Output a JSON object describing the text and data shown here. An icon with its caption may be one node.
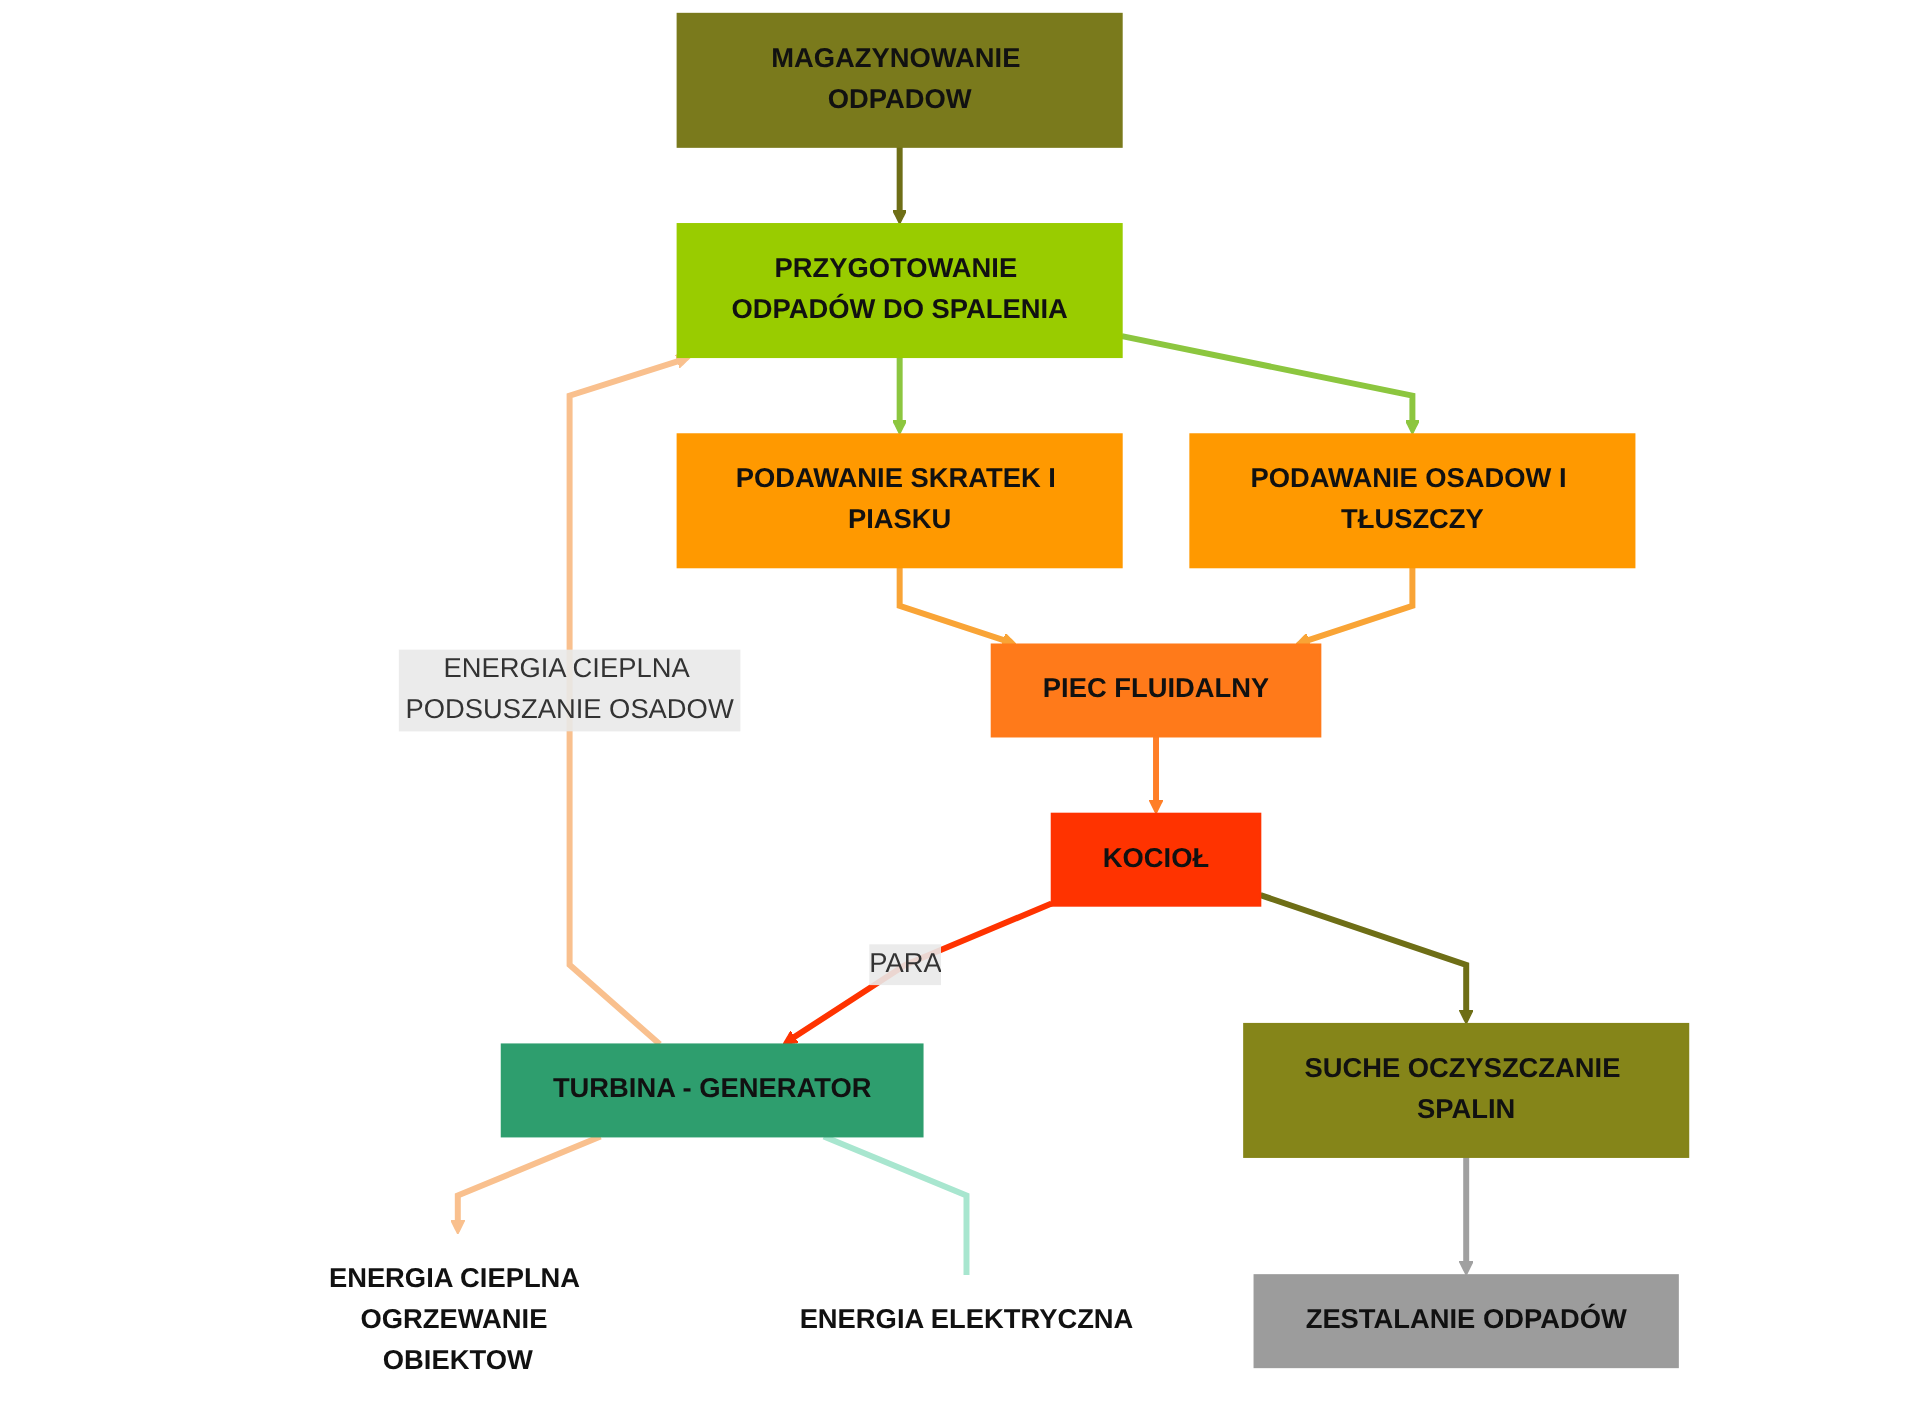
{
  "diagram": {
    "nodes": [
      {
        "text": [
          "MAGAZYNOWANIE ODPADOW"
        ]
      },
      {
        "text": [
          "PRZYGOTOWANIE ODPADÓW DO SPALENIA"
        ]
      },
      {
        "text": [
          "PODAWANIE OSADOW I TŁUSZCZY"
        ]
      },
      {
        "text": [
          "PODAWANIE SKRATEK I PIASKU"
        ]
      },
      {
        "text": [
          "PIEC FLUIDALNY"
        ]
      },
      {
        "text": [
          "KOCIOŁ"
        ]
      },
      {
        "text": [
          "TURBINA - GENERATOR"
        ]
      },
      {
        "text": [
          "SUCHE OCZYSZCZANIE SPALIN"
        ]
      },
      {
        "text": [
          "ZESTALANIE ODPADÓW"
        ]
      },
      {
        "text": [
          "ENERGIA CIEPLNA OGRZEWANIE OBIEKTOW"
        ]
      },
      {
        "text": [
          "ENERGIA ELEKTRYCZNA"
        ]
      }
    ],
    "edges": [
      {
        "from": 0,
        "to": 1,
        "arrow": "to",
        "color": "#6e6e16"
      },
      {
        "from": 1,
        "to": 2,
        "arrow": "to",
        "color": "#8cc63f"
      },
      {
        "from": 1,
        "to": 3,
        "arrow": "to",
        "color": "#8cc63f"
      },
      {
        "from": 2,
        "to": 4,
        "arrow": "to",
        "color": "#f9a436"
      },
      {
        "from": 3,
        "to": 4,
        "arrow": "to",
        "color": "#f9a436"
      },
      {
        "from": 4,
        "to": 5,
        "arrow": "to",
        "color": "#ff7f27"
      },
      {
        "from": 5,
        "to": 6,
        "arrow": "to",
        "label": "PARA",
        "color": "#ff3300"
      },
      {
        "from": 5,
        "to": 7,
        "arrow": "to",
        "color": "#6e6e16"
      },
      {
        "from": 7,
        "to": 8,
        "arrow": "to",
        "color": "#a0a0a0"
      },
      {
        "from": 6,
        "to": 1,
        "arrow": "to",
        "label": "ENERGIA CIEPLNA PODSUSZANIE OSADOW",
        "color": "#f9c08e"
      },
      {
        "from": 6,
        "to": 9,
        "arrow": "to",
        "color": "#f9c08e"
      },
      {
        "from": 6,
        "to": 10,
        "arrow": "none",
        "color": "#a8e6cf"
      }
    ]
  }
}
